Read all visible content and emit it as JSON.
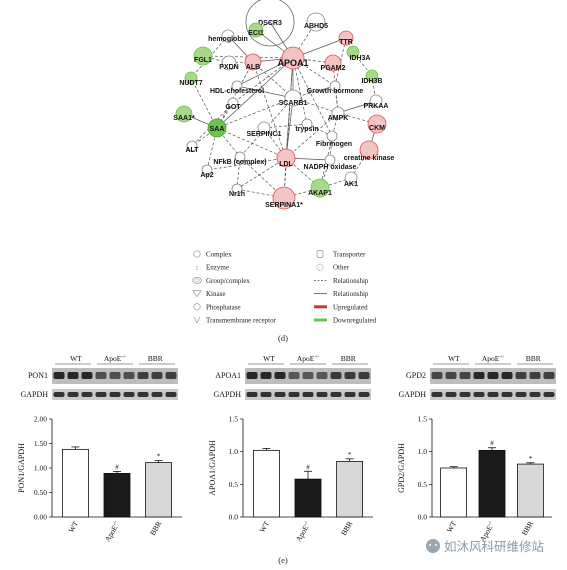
{
  "network": {
    "nodes": [
      {
        "id": "DSCR3",
        "label": "DSCR3"
      },
      {
        "id": "ABHD5",
        "label": "ABHD5"
      },
      {
        "id": "ECI1",
        "label": "ECI1"
      },
      {
        "id": "hemoglobin",
        "label": "hemoglobin"
      },
      {
        "id": "TTR",
        "label": "TTR"
      },
      {
        "id": "FGL1",
        "label": "FGL1"
      },
      {
        "id": "PXDN",
        "label": "PXDN"
      },
      {
        "id": "ALB",
        "label": "ALB"
      },
      {
        "id": "APOA1",
        "label": "APOA1"
      },
      {
        "id": "IDH3A",
        "label": "IDH3A"
      },
      {
        "id": "PGAM2",
        "label": "PGAM2"
      },
      {
        "id": "IDH3B",
        "label": "IDH3B"
      },
      {
        "id": "NUDT7",
        "label": "NUDT7"
      },
      {
        "id": "HDL-cholesterol",
        "label": "HDL-cholesterol"
      },
      {
        "id": "Growth hormone",
        "label": "Growth hormone"
      },
      {
        "id": "GOT",
        "label": "GOT"
      },
      {
        "id": "SCARB1",
        "label": "SCARB1"
      },
      {
        "id": "PRKAA",
        "label": "PRKAA"
      },
      {
        "id": "SAA1",
        "label": "SAA1*"
      },
      {
        "id": "AMPK",
        "label": "AMPK"
      },
      {
        "id": "SAA",
        "label": "SAA"
      },
      {
        "id": "SERPINC1",
        "label": "SERPINC1"
      },
      {
        "id": "trypsin",
        "label": "trypsin"
      },
      {
        "id": "CKM",
        "label": "CKM"
      },
      {
        "id": "ALT",
        "label": "ALT"
      },
      {
        "id": "Fibrinogen",
        "label": "Fibrinogen"
      },
      {
        "id": "creatine kinase",
        "label": "creatine kinase"
      },
      {
        "id": "NFkB",
        "label": "NFkB (complex)"
      },
      {
        "id": "LDL",
        "label": "LDL"
      },
      {
        "id": "NADPH oxidase",
        "label": "NADPH oxidase"
      },
      {
        "id": "Ap2",
        "label": "Ap2"
      },
      {
        "id": "AK1",
        "label": "AK1"
      },
      {
        "id": "Nr1h",
        "label": "Nr1h"
      },
      {
        "id": "AKAP1",
        "label": "AKAP1"
      },
      {
        "id": "SERPINA1",
        "label": "SERPINA1*"
      }
    ]
  },
  "legend": {
    "left": [
      "Complex",
      "Enzyme",
      "Group/complex",
      "Kinase",
      "Phosphatase",
      "Transmembrane receptor"
    ],
    "right": [
      "Transporter",
      "Other",
      "Relationship",
      "Relationship",
      "Upregulated",
      "Downregulated"
    ]
  },
  "colors": {
    "upregulated": "#e05050",
    "downregulated": "#6cc24a",
    "up_fill": "#f4c3c3",
    "down_fill": "#a6d98a"
  },
  "label_d": "(d)",
  "label_e": "(e)",
  "blots": {
    "groups": [
      "WT",
      "ApoE-/-",
      "BBR"
    ],
    "panels": [
      {
        "protein": "PON1",
        "loading": "GAPDH"
      },
      {
        "protein": "APOA1",
        "loading": "GAPDH"
      },
      {
        "protein": "GPD2",
        "loading": "GAPDH"
      }
    ]
  },
  "chart_data": [
    {
      "type": "bar",
      "ylabel": "PON1/GAPDH",
      "categories": [
        "WT",
        "ApoE-/-",
        "BBR"
      ],
      "values": [
        1.38,
        0.89,
        1.11
      ],
      "errors": [
        0.05,
        0.04,
        0.04
      ],
      "ylim": [
        0,
        2.0
      ],
      "yticks": [
        "0.00",
        "0.50",
        "1.00",
        "1.50",
        "2.00"
      ],
      "annotations": [
        "",
        "#",
        "*"
      ],
      "colors": [
        "#ffffff",
        "#1a1a1a",
        "#d8d8d8"
      ]
    },
    {
      "type": "bar",
      "ylabel": "APOA1/GAPDH",
      "categories": [
        "WT",
        "ApoE-/-",
        "BBR"
      ],
      "values": [
        1.02,
        0.58,
        0.85
      ],
      "errors": [
        0.03,
        0.12,
        0.04
      ],
      "ylim": [
        0,
        1.5
      ],
      "yticks": [
        "0.0",
        "0.5",
        "1.0",
        "1.5"
      ],
      "annotations": [
        "",
        "#",
        "*"
      ],
      "colors": [
        "#ffffff",
        "#1a1a1a",
        "#d8d8d8"
      ]
    },
    {
      "type": "bar",
      "ylabel": "GPD2/GAPDH",
      "categories": [
        "WT",
        "ApoE-/-",
        "BBR"
      ],
      "values": [
        0.75,
        1.02,
        0.81
      ],
      "errors": [
        0.02,
        0.04,
        0.02
      ],
      "ylim": [
        0,
        1.5
      ],
      "yticks": [
        "0.0",
        "0.5",
        "1.0",
        "1.5"
      ],
      "annotations": [
        "",
        "#",
        "*"
      ],
      "colors": [
        "#ffffff",
        "#1a1a1a",
        "#d8d8d8"
      ]
    }
  ],
  "watermark": "如沐风科研维修站"
}
